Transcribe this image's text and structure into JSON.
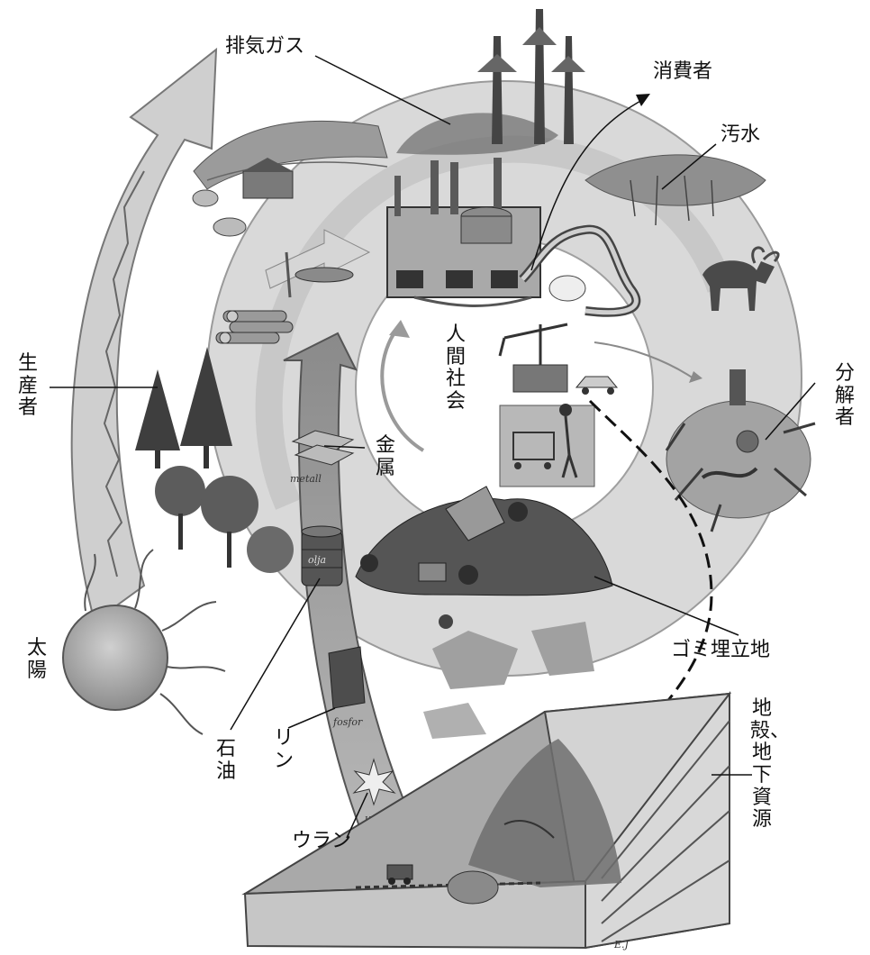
{
  "labels": {
    "exhaust": "排気ガス",
    "consumer": "消費者",
    "sewage": "汚水",
    "producer": "生産者",
    "human_society": "人間社会",
    "metal": "金属",
    "decomposer": "分解者",
    "oil": "石油",
    "phosphorus": "リン",
    "uranium": "ウラン",
    "sun": "太陽",
    "landfill": "ゴミ埋立地",
    "crust": "地殻、地下資源"
  },
  "drawn_words": {
    "metall": "metall",
    "olja": "olja",
    "fosfor": "fosfor",
    "uran": "uran",
    "signature": "E.J"
  },
  "colors": {
    "ring_fill": "#cfcfcf",
    "ring_shade": "#a8a8a8",
    "dark": "#4a4a4a",
    "center_arrow": "#8f8f8f",
    "sun": "#b5b5b5"
  }
}
